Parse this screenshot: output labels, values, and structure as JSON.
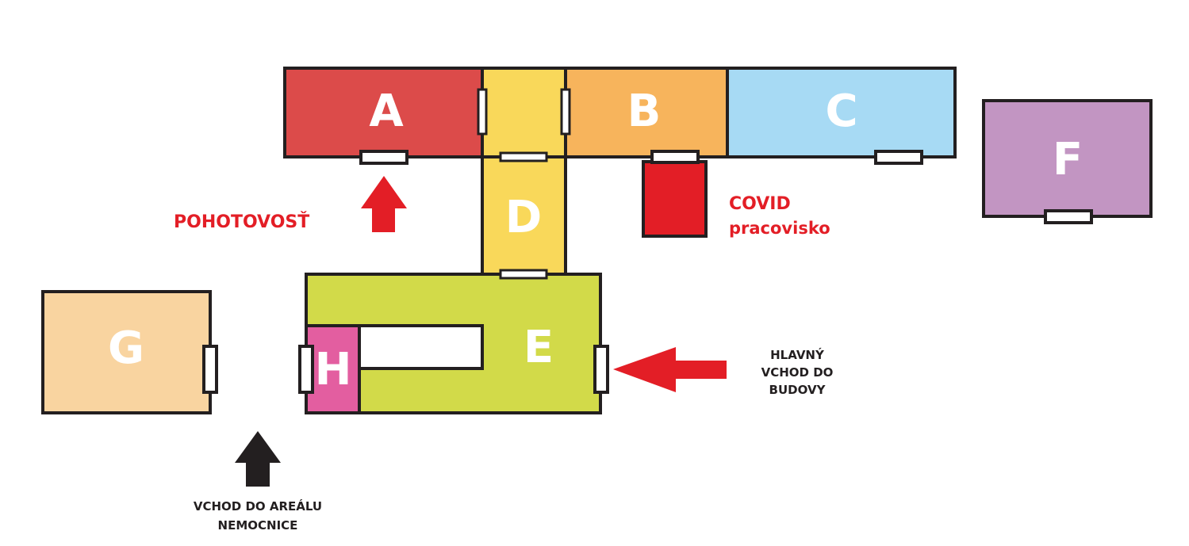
{
  "colors": {
    "outline": "#231f20",
    "A": "#dc4b4a",
    "connector": "#f9d85a",
    "B": "#f7b45c",
    "C": "#a7daf4",
    "F": "#c295c2",
    "G": "#f9d4a0",
    "E": "#d2da49",
    "H": "#e35ea0",
    "covid": "#e31e26",
    "arrow_red": "#e31e26",
    "arrow_dark": "#231f20"
  },
  "buildings": {
    "A": "A",
    "B": "B",
    "C": "C",
    "D": "D",
    "E": "E",
    "F": "F",
    "G": "G",
    "H": "H"
  },
  "labels": {
    "emergency": "POHOTOVOSŤ",
    "covid_line1": "COVID",
    "covid_line2": "pracovisko",
    "main_entrance_line1": "HLAVNÝ",
    "main_entrance_line2": "VCHOD DO",
    "main_entrance_line3": "BUDOVY",
    "area_entrance_line1": "VCHOD DO AREÁLU",
    "area_entrance_line2": "NEMOCNICE"
  },
  "icons": {
    "emergency_arrow": "arrow-up-icon",
    "main_entrance_arrow": "arrow-left-icon",
    "area_entrance_arrow": "arrow-up-icon"
  }
}
